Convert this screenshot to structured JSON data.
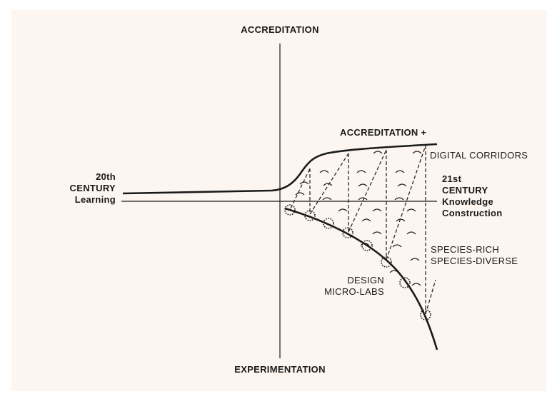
{
  "axes": {
    "top": "ACCREDITATION",
    "bottom": "EXPERIMENTATION"
  },
  "labels": {
    "left_line1": "20th",
    "left_line2": "CENTURY",
    "left_line3": "Learning",
    "right_line1": "21st",
    "right_line2": "CENTURY",
    "right_line3": "Knowledge",
    "right_line4": "Construction",
    "upper_curve": "ACCREDITATION +",
    "digital_corridors": "DIGITAL CORRIDORS",
    "species_line1": "SPECIES-RICH",
    "species_line2": "SPECIES-DIVERSE",
    "design_line1": "DESIGN",
    "design_line2": "MICRO-LABS"
  },
  "colors": {
    "background": "#fdf5f0",
    "ink": "#1a1a1a"
  }
}
